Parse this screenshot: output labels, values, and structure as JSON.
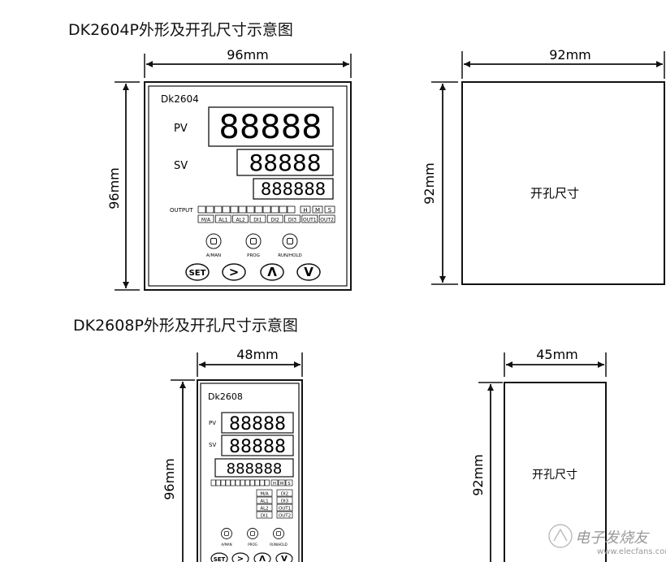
{
  "section1": {
    "title": "DK2604P外形及开孔尺寸示意图",
    "outline": {
      "width_label": "96mm",
      "height_label": "96mm",
      "panel": {
        "model": "Dk2604",
        "pv_label": "PV",
        "sv_label": "SV",
        "pv_digits": "88888",
        "sv_digits": "88888",
        "third_digits": "888888",
        "output_label": "OUTPUT",
        "mode_indicators": [
          "H",
          "M",
          "S"
        ],
        "indicators": [
          "M/A",
          "AL1",
          "AL2",
          "DI1",
          "DI2",
          "DI3",
          "OUT1",
          "OUT2"
        ],
        "buttons": [
          "A/MAN",
          "PROG",
          "RUN/HOLD"
        ],
        "keys": [
          "SET",
          ">",
          "Λ",
          "V"
        ]
      }
    },
    "cutout": {
      "width_label": "92mm",
      "height_label": "92mm",
      "center_label": "开孔尺寸"
    }
  },
  "section2": {
    "title": "DK2608P外形及开孔尺寸示意图",
    "outline": {
      "width_label": "48mm",
      "height_label": "96mm",
      "panel": {
        "model": "Dk2608",
        "pv_label": "PV",
        "sv_label": "SV",
        "pv_digits": "88888",
        "sv_digits": "88888",
        "third_digits": "888888",
        "mode_indicators": [
          "H",
          "M",
          "S"
        ],
        "indicators_left": [
          "M/A",
          "AL1",
          "AL2",
          "DI1"
        ],
        "indicators_right": [
          "DI2",
          "DI3",
          "OUT1",
          "OUT2"
        ],
        "buttons": [
          "A/MAN",
          "PROG",
          "RUN/HOLD"
        ],
        "keys": [
          "SET",
          ">",
          "Λ",
          "V"
        ]
      }
    },
    "cutout": {
      "width_label": "45mm",
      "height_label": "92mm",
      "center_label": "开孔尺寸"
    }
  },
  "watermark": {
    "text": "电子发烧友",
    "url": "www.elecfans.com"
  }
}
